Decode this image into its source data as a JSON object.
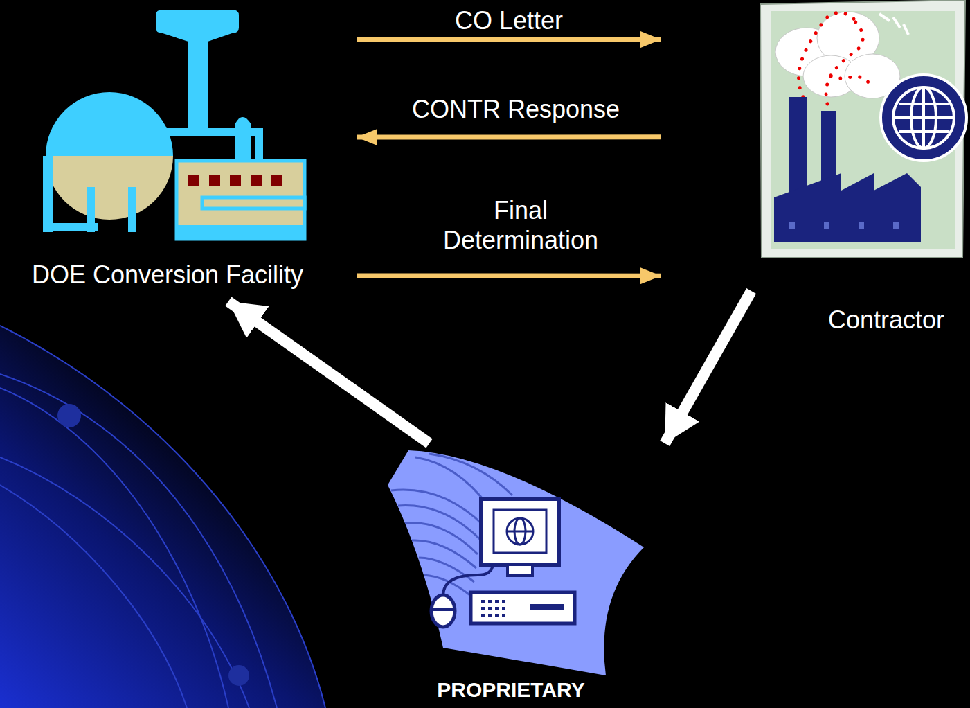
{
  "diagram": {
    "nodes": [
      {
        "text": [
          "DOE Conversion Facility"
        ]
      },
      {
        "text": [
          "Contractor"
        ]
      },
      {
        "text": [
          "PROPRIETARY"
        ]
      }
    ],
    "edges": [
      {
        "from": 0,
        "to": 1,
        "label": "CO Letter",
        "arrow": "to"
      },
      {
        "from": 1,
        "to": 0,
        "label": "CONTR Response",
        "arrow": "to"
      },
      {
        "from": 0,
        "to": 1,
        "label": "Final Determination",
        "arrow": "to"
      },
      {
        "from": 1,
        "to": 2,
        "arrow": "to"
      },
      {
        "from": 2,
        "to": 0,
        "arrow": "to"
      }
    ]
  }
}
